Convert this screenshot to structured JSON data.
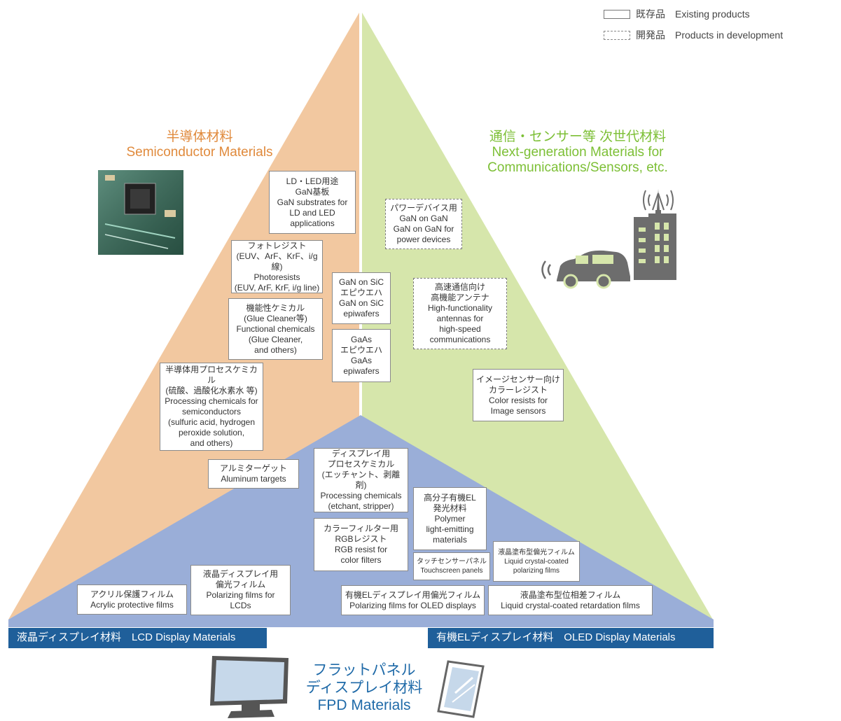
{
  "legend": {
    "existing_label": "既存品　Existing products",
    "development_label": "開発品　Products in development"
  },
  "categories": {
    "semiconductor": {
      "title_jp": "半導体材料",
      "title_en": "Semiconductor Materials",
      "color": "#f2c8a0",
      "title_color": "#e08a3c"
    },
    "next_gen": {
      "title_jp": "通信・センサー等 次世代材料",
      "title_en_1": "Next-generation Materials for",
      "title_en_2": "Communications/Sensors, etc.",
      "color": "#d6e6ab",
      "title_color": "#7cbf35"
    },
    "fpd": {
      "color": "#9aaed8",
      "title_1": "フラットパネル",
      "title_2": "ディスプレイ材料",
      "title_3": "FPD Materials"
    }
  },
  "bands": {
    "lcd": "液晶ディスプレイ材料　LCD Display Materials",
    "oled": "有機ELディスプレイ材料　OLED Display Materials",
    "color": "#1f5f9a"
  },
  "products": {
    "ld_led": [
      "LD・LED用途",
      "GaN基板",
      "GaN substrates for",
      "LD and LED",
      "applications"
    ],
    "photoresist": [
      "フォトレジスト",
      "(EUV、ArF、KrF、i/g線)",
      "Photoresists",
      "(EUV, ArF, KrF, i/g line)"
    ],
    "functional": [
      "機能性ケミカル",
      "(Glue Cleaner等)",
      "Functional chemicals",
      "(Glue Cleaner,",
      "and others)"
    ],
    "process_semi": [
      "半導体用プロセスケミカル",
      "(硫酸、過酸化水素水 等)",
      "Processing chemicals for",
      "semiconductors",
      "(sulfuric acid, hydrogen",
      "peroxide solution,",
      "and others)"
    ],
    "gan_sic": [
      "GaN on SiC",
      "エピウエハ",
      "GaN on SiC",
      "epiwafers"
    ],
    "gaas": [
      "GaAs",
      "エピウエハ",
      "GaAs",
      "epiwafers"
    ],
    "power": [
      "パワーデバイス用",
      "GaN on GaN",
      "GaN on GaN for",
      "power devices"
    ],
    "antenna": [
      "高速通信向け",
      "高機能アンテナ",
      "High-functionality",
      "antennas for",
      "high-speed",
      "communications"
    ],
    "image_sensor": [
      "イメージセンサー向け",
      "カラーレジスト",
      "Color resists for",
      "Image sensors"
    ],
    "aluminum": [
      "アルミターゲット",
      "Aluminum targets"
    ],
    "display_process": [
      "ディスプレイ用",
      "プロセスケミカル",
      "(エッチャント、剥離剤)",
      "Processing chemicals",
      "(etchant, stripper)"
    ],
    "polymer": [
      "高分子有機EL",
      "発光材料",
      "Polymer",
      "light-emitting",
      "materials"
    ],
    "color_filter": [
      "カラーフィルター用",
      "RGBレジスト",
      "RGB resist for",
      "color filters"
    ],
    "touch": [
      "タッチセンサーパネル",
      "Touchscreen panels"
    ],
    "lc_polarizing": [
      "液晶塗布型偏光フィルム",
      "Liquid crystal-coated",
      "polarizing films"
    ],
    "acrylic": [
      "アクリル保護フィルム",
      "Acrylic protective films"
    ],
    "lcd_polarizing": [
      "液晶ディスプレイ用",
      "偏光フィルム",
      "Polarizing films for",
      "LCDs"
    ],
    "oled_polarizing": [
      "有機ELディスプレイ用偏光フィルム",
      "Polarizing films for OLED displays"
    ],
    "retardation": [
      "液晶塗布型位相差フィルム",
      "Liquid crystal-coated retardation films"
    ]
  },
  "icons": {
    "chip": "circuit-board-icon",
    "car": "car-icon",
    "building": "building-with-antenna-icon",
    "monitor": "monitor-icon",
    "phone": "smartphone-icon"
  }
}
